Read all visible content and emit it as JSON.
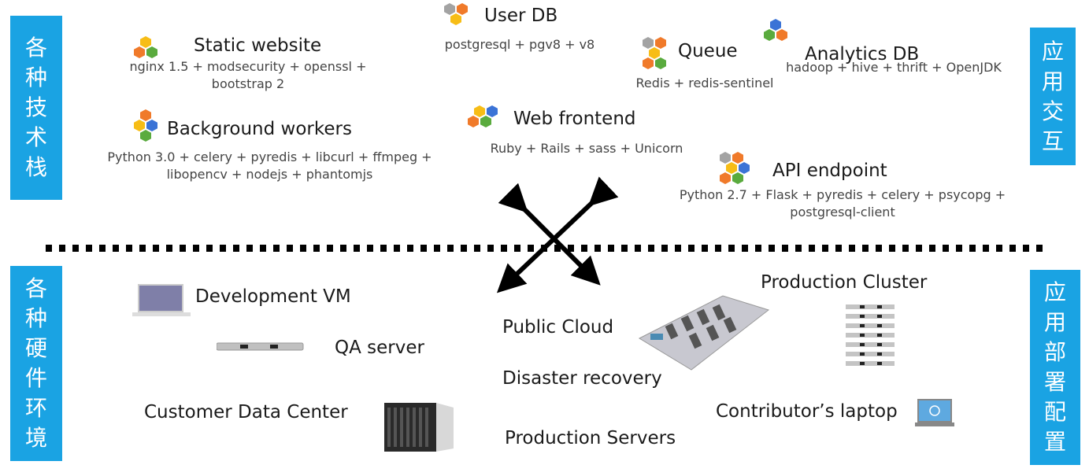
{
  "side_labels": {
    "left_top": [
      "各",
      "种",
      "技",
      "术",
      "栈"
    ],
    "left_bottom": [
      "各",
      "种",
      "硬",
      "件",
      "环",
      "境"
    ],
    "right_top": [
      "应",
      "用",
      "交",
      "互"
    ],
    "right_bottom": [
      "应",
      "用",
      "部",
      "署",
      "配",
      "置"
    ]
  },
  "label_color": "#1aa3e3",
  "tech_stacks": [
    {
      "title": "Static website",
      "sub": [
        "nginx 1.5 + modsecurity + openssl +",
        "bootstrap 2"
      ],
      "icon": "hexagon-cluster-icon"
    },
    {
      "title": "User DB",
      "sub": [
        "postgresql + pgv8 + v8"
      ],
      "icon": "hexagon-cluster-icon"
    },
    {
      "title": "Queue",
      "sub": [
        "Redis + redis-sentinel"
      ],
      "icon": "hexagon-cluster-icon"
    },
    {
      "title": "Analytics DB",
      "sub": [
        "hadoop + hive + thrift + OpenJDK"
      ],
      "icon": "hexagon-cluster-icon"
    },
    {
      "title": "Background workers",
      "sub": [
        "Python 3.0 + celery + pyredis + libcurl + ffmpeg +",
        "libopencv + nodejs + phantomjs"
      ],
      "icon": "hexagon-cluster-icon"
    },
    {
      "title": "Web frontend",
      "sub": [
        "Ruby + Rails + sass + Unicorn"
      ],
      "icon": "hexagon-cluster-icon"
    },
    {
      "title": "API endpoint",
      "sub": [
        "Python 2.7 + Flask + pyredis + celery + psycopg +",
        "postgresql-client"
      ],
      "icon": "hexagon-cluster-icon"
    }
  ],
  "hardware": {
    "dev_vm": "Development VM",
    "qa_server": "QA server",
    "customer_dc": "Customer Data Center",
    "public_cloud": "Public Cloud",
    "disaster_recovery": "Disaster recovery",
    "production_servers": "Production Servers",
    "production_cluster": "Production Cluster",
    "contributor_laptop": "Contributor’s laptop"
  }
}
